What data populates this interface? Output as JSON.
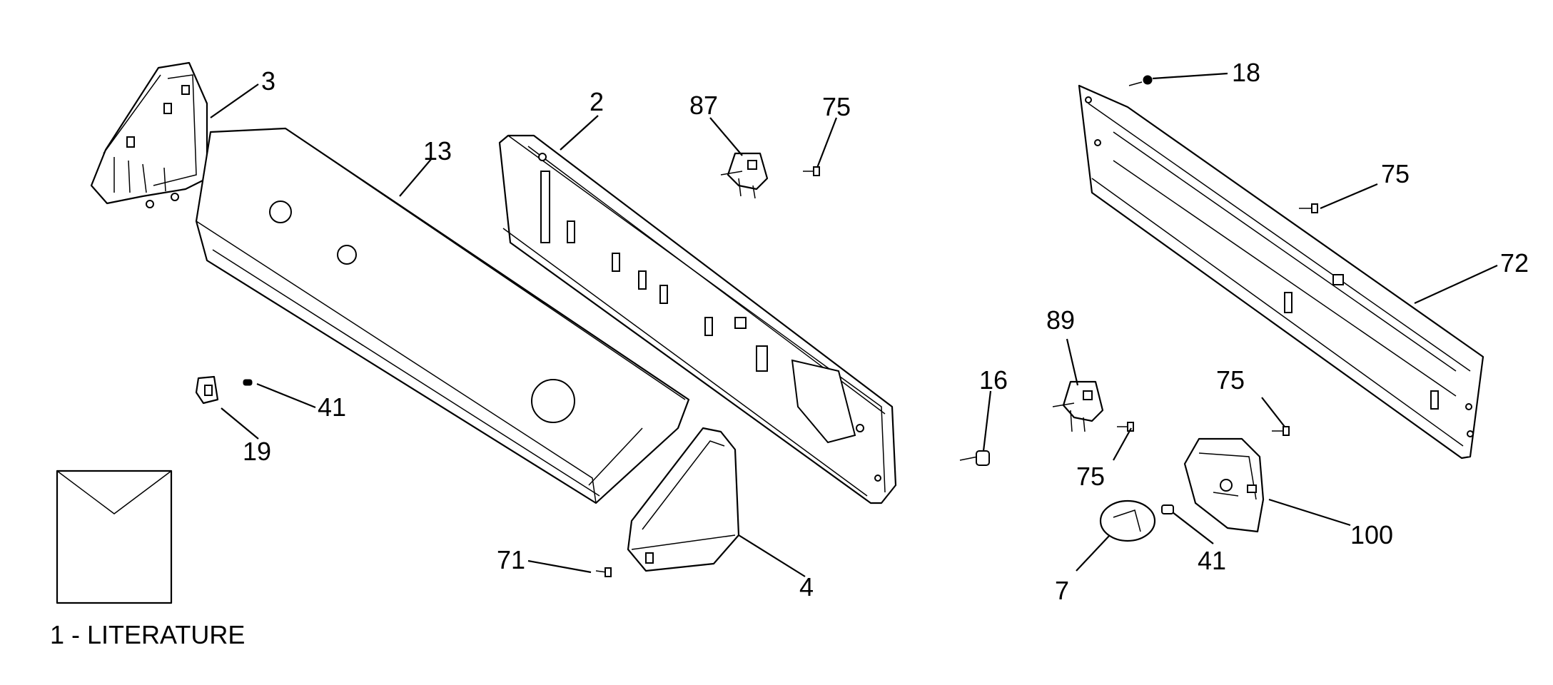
{
  "diagram": {
    "callouts": {
      "c3": "3",
      "c13": "13",
      "c2": "2",
      "c87": "87",
      "c75a": "75",
      "c18": "18",
      "c75b": "75",
      "c72": "72",
      "c89": "89",
      "c16": "16",
      "c75c": "75",
      "c75d": "75",
      "c41a": "41",
      "c19": "19",
      "c100": "100",
      "c41b": "41",
      "c7": "7",
      "c71": "71",
      "c4": "4"
    },
    "literature_label": "1 - LITERATURE"
  }
}
